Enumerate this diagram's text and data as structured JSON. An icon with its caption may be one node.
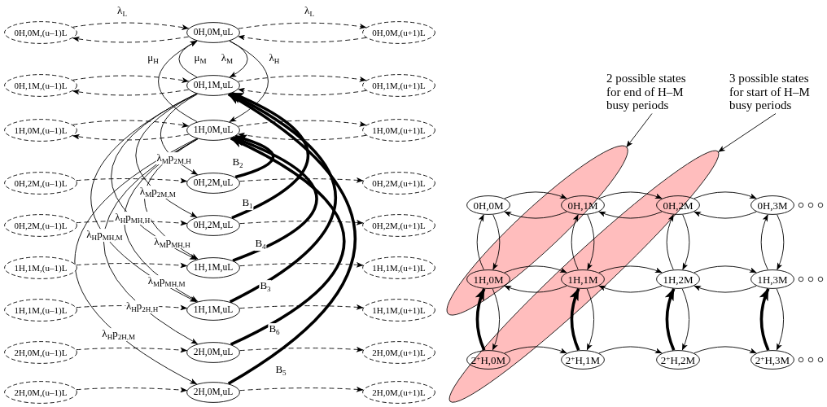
{
  "diagram": {
    "nodes": [
      {
        "text": [
          "0H,0M,(u–1)L"
        ]
      },
      {
        "text": [
          "0H,0M,uL"
        ]
      },
      {
        "text": [
          "0H,0M,(u+1)L"
        ]
      },
      {
        "text": [
          "0H,1M,(u–1)L"
        ]
      },
      {
        "text": [
          "0H,1M,uL"
        ]
      },
      {
        "text": [
          "0H,1M,(u+1)L"
        ]
      },
      {
        "text": [
          "1H,0M,(u–1)L"
        ]
      },
      {
        "text": [
          "1H,0M,uL"
        ]
      },
      {
        "text": [
          "1H,0M,(u+1)L"
        ]
      },
      {
        "text": [
          "0H,2M,(u–1)L"
        ]
      },
      {
        "text": [
          "0H,2M,uL"
        ]
      },
      {
        "text": [
          "0H,2M,(u+1)L"
        ]
      },
      {
        "text": [
          "0H,2M,(u–1)L"
        ]
      },
      {
        "text": [
          "0H,2M,uL"
        ]
      },
      {
        "text": [
          "0H,2M,(u+1)L"
        ]
      },
      {
        "text": [
          "1H,1M,(u–1)L"
        ]
      },
      {
        "text": [
          "1H,1M,uL"
        ]
      },
      {
        "text": [
          "1H,1M,(u+1)L"
        ]
      },
      {
        "text": [
          "1H,1M,(u–1)L"
        ]
      },
      {
        "text": [
          "1H,1M,uL"
        ]
      },
      {
        "text": [
          "1H,1M,(u+1)L"
        ]
      },
      {
        "text": [
          "2H,0M,(u–1)L"
        ]
      },
      {
        "text": [
          "2H,0M,uL"
        ]
      },
      {
        "text": [
          "2H,0M,(u+1)L"
        ]
      },
      {
        "text": [
          "2H,0M,(u–1)L"
        ]
      },
      {
        "text": [
          "2H,0M,uL"
        ]
      },
      {
        "text": [
          "2H,0M,(u+1)L"
        ]
      },
      {
        "text": [
          "2 possible states for end of H–M busy periods"
        ]
      },
      {
        "text": [
          "3 possible states for start of H–M busy periods"
        ]
      },
      {
        "text": [],
        "shape": "ellipse"
      },
      {
        "text": [],
        "shape": "ellipse"
      },
      {
        "text": [
          "0H,0M"
        ]
      },
      {
        "text": [
          "0H,1M"
        ],
        "in": 29
      },
      {
        "text": [
          "0H,2M"
        ],
        "in": 30
      },
      {
        "text": [
          "0H,3M"
        ]
      },
      {
        "text": [
          "1H,0M"
        ],
        "in": 29
      },
      {
        "text": [
          "1H,1M"
        ],
        "in": 30
      },
      {
        "text": [
          "1H,2M"
        ]
      },
      {
        "text": [
          "1H,3M"
        ]
      },
      {
        "text": [
          "2$^{+}$H,0M"
        ],
        "in": 30
      },
      {
        "text": [
          "2$^{+}$H,1M"
        ]
      },
      {
        "text": [
          "2$^{+}$H,2M"
        ]
      },
      {
        "text": [
          "2$^{+}$H,3M"
        ]
      }
    ],
    "edges": [
      {
        "from": 0,
        "to": 1,
        "arrow": "to",
        "style": "dashed",
        "label": "λ$_{L}$"
      },
      {
        "from": 1,
        "to": 0,
        "arrow": "to",
        "style": "dashed"
      },
      {
        "from": 1,
        "to": 2,
        "arrow": "to",
        "style": "dashed",
        "label": "λ$_{L}$"
      },
      {
        "from": 2,
        "to": 1,
        "arrow": "to",
        "style": "dashed"
      },
      {
        "from": 3,
        "to": 4,
        "arrow": "to",
        "style": "dashed"
      },
      {
        "from": 4,
        "to": 3,
        "arrow": "to",
        "style": "dashed"
      },
      {
        "from": 4,
        "to": 5,
        "arrow": "to",
        "style": "dashed"
      },
      {
        "from": 5,
        "to": 4,
        "arrow": "to",
        "style": "dashed"
      },
      {
        "from": 6,
        "to": 7,
        "arrow": "to",
        "style": "dashed"
      },
      {
        "from": 7,
        "to": 6,
        "arrow": "to",
        "style": "dashed"
      },
      {
        "from": 7,
        "to": 8,
        "arrow": "to",
        "style": "dashed"
      },
      {
        "from": 8,
        "to": 7,
        "arrow": "to",
        "style": "dashed"
      },
      {
        "from": 9,
        "to": 10,
        "arrow": "to",
        "style": "dashed"
      },
      {
        "from": 10,
        "to": 11,
        "arrow": "to",
        "style": "dashed"
      },
      {
        "from": 12,
        "to": 13,
        "arrow": "to",
        "style": "dashed"
      },
      {
        "from": 13,
        "to": 14,
        "arrow": "to",
        "style": "dashed"
      },
      {
        "from": 15,
        "to": 16,
        "arrow": "to",
        "style": "dashed"
      },
      {
        "from": 16,
        "to": 17,
        "arrow": "to",
        "style": "dashed"
      },
      {
        "from": 18,
        "to": 19,
        "arrow": "to",
        "style": "dashed"
      },
      {
        "from": 19,
        "to": 20,
        "arrow": "to",
        "style": "dashed"
      },
      {
        "from": 21,
        "to": 22,
        "arrow": "to",
        "style": "dashed"
      },
      {
        "from": 22,
        "to": 23,
        "arrow": "to",
        "style": "dashed"
      },
      {
        "from": 24,
        "to": 25,
        "arrow": "to",
        "style": "dashed"
      },
      {
        "from": 25,
        "to": 26,
        "arrow": "to",
        "style": "dashed"
      },
      {
        "from": 7,
        "to": 1,
        "arrow": "to",
        "label": "μ$_{H}$"
      },
      {
        "from": 4,
        "to": 1,
        "arrow": "to",
        "label": "μ$_{M}$"
      },
      {
        "from": 1,
        "to": 4,
        "arrow": "to",
        "label": "λ$_{M}$"
      },
      {
        "from": 1,
        "to": 7,
        "arrow": "to",
        "label": "λ$_{H}$"
      },
      {
        "from": 4,
        "to": 10,
        "arrow": "to",
        "label": "λ$_{M}$p$_{2M,H}$"
      },
      {
        "from": 4,
        "to": 13,
        "arrow": "to",
        "label": "λ$_{M}$p$_{2M,M}$"
      },
      {
        "from": 7,
        "to": 16,
        "arrow": "to",
        "label": "λ$_{M}$p$_{MH,H}$"
      },
      {
        "from": 4,
        "to": 16,
        "arrow": "to",
        "label": "λ$_{H}$p$_{MH,H}$"
      },
      {
        "from": 7,
        "to": 19,
        "arrow": "to",
        "label": "λ$_{M}$p$_{MH,M}$"
      },
      {
        "from": 4,
        "to": 19,
        "arrow": "to",
        "label": "λ$_{H}$p$_{MH,M}$"
      },
      {
        "from": 7,
        "to": 22,
        "arrow": "to",
        "label": "λ$_{H}$p$_{2H,H}$"
      },
      {
        "from": 7,
        "to": 25,
        "arrow": "to",
        "label": "λ$_{H}$p$_{2H,M}$"
      },
      {
        "from": 10,
        "to": 7,
        "arrow": "to",
        "style": "thick",
        "label": "B$_{2}$"
      },
      {
        "from": 13,
        "to": 4,
        "arrow": "to",
        "style": "thick",
        "label": "B$_{1}$"
      },
      {
        "from": 16,
        "to": 7,
        "arrow": "to",
        "style": "thick",
        "label": "B$_{4}$"
      },
      {
        "from": 19,
        "to": 4,
        "arrow": "to",
        "style": "thick",
        "label": "B$_{3}$"
      },
      {
        "from": 22,
        "to": 7,
        "arrow": "to",
        "style": "thick",
        "label": "B$_{6}$"
      },
      {
        "from": 25,
        "to": 4,
        "arrow": "to",
        "style": "thick",
        "label": "B$_{5}$"
      },
      {
        "from": 27,
        "to": 29,
        "arrow": "to"
      },
      {
        "from": 28,
        "to": 30,
        "arrow": "to"
      },
      {
        "from": 31,
        "to": 32,
        "arrow": "to"
      },
      {
        "from": 32,
        "to": 31,
        "arrow": "to"
      },
      {
        "from": 32,
        "to": 33,
        "arrow": "to"
      },
      {
        "from": 33,
        "to": 32,
        "arrow": "to"
      },
      {
        "from": 33,
        "to": 34,
        "arrow": "to"
      },
      {
        "from": 34,
        "to": 33,
        "arrow": "to"
      },
      {
        "from": 35,
        "to": 36,
        "arrow": "to"
      },
      {
        "from": 36,
        "to": 35,
        "arrow": "to"
      },
      {
        "from": 36,
        "to": 37,
        "arrow": "to"
      },
      {
        "from": 37,
        "to": 36,
        "arrow": "to"
      },
      {
        "from": 37,
        "to": 38,
        "arrow": "to"
      },
      {
        "from": 38,
        "to": 37,
        "arrow": "to"
      },
      {
        "from": 39,
        "to": 40,
        "arrow": "to"
      },
      {
        "from": 40,
        "to": 41,
        "arrow": "to"
      },
      {
        "from": 41,
        "to": 42,
        "arrow": "to"
      },
      {
        "from": 31,
        "to": 35,
        "arrow": "to"
      },
      {
        "from": 35,
        "to": 31,
        "arrow": "to"
      },
      {
        "from": 35,
        "to": 39,
        "arrow": "to"
      },
      {
        "from": 39,
        "to": 35,
        "arrow": "to",
        "style": "thick"
      },
      {
        "from": 32,
        "to": 36,
        "arrow": "to"
      },
      {
        "from": 36,
        "to": 32,
        "arrow": "to"
      },
      {
        "from": 36,
        "to": 40,
        "arrow": "to"
      },
      {
        "from": 40,
        "to": 36,
        "arrow": "to",
        "style": "thick"
      },
      {
        "from": 33,
        "to": 37,
        "arrow": "to"
      },
      {
        "from": 37,
        "to": 33,
        "arrow": "to"
      },
      {
        "from": 37,
        "to": 41,
        "arrow": "to"
      },
      {
        "from": 41,
        "to": 37,
        "arrow": "to",
        "style": "thick"
      },
      {
        "from": 34,
        "to": 38,
        "arrow": "to"
      },
      {
        "from": 38,
        "to": 34,
        "arrow": "to"
      },
      {
        "from": 38,
        "to": 42,
        "arrow": "to"
      },
      {
        "from": 42,
        "to": 38,
        "arrow": "to",
        "style": "thick"
      }
    ]
  }
}
